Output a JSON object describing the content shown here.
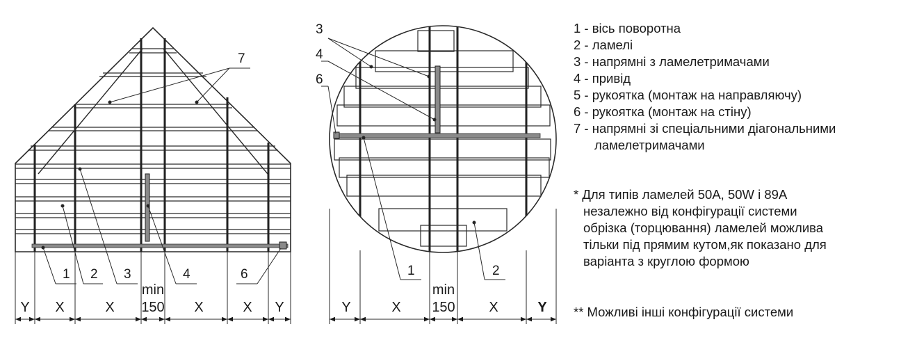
{
  "left_drawing": {
    "callouts": [
      "1",
      "2",
      "3",
      "4",
      "6",
      "7"
    ],
    "dimensions": [
      "Y",
      "X",
      "X",
      "min",
      "150",
      "X",
      "X",
      "Y"
    ]
  },
  "right_drawing": {
    "callouts": [
      "3",
      "4",
      "6",
      "1",
      "2"
    ],
    "dimensions": [
      "Y",
      "X",
      "min",
      "150",
      "X",
      "Y"
    ]
  },
  "legend": {
    "items": [
      "1 - вісь поворотна",
      "2 - ламелі",
      "3 - напрямні з ламелетримачами",
      "4 - привід",
      "5 - рукоятка (монтаж на направляючу)",
      "6 - рукоятка (монтаж на стіну)",
      "7 - напрямні зі спеціальними діагональними"
    ],
    "item7_continuation": "ламелетримачами"
  },
  "note1": {
    "lines": [
      "* Для типів ламелей 50A, 50W і 89A",
      "незалежно від конфігурації системи",
      "обрізка (торцювання) ламелей можлива",
      "тільки під прямим кутом,як показано для",
      "варіанта з круглою формою"
    ]
  },
  "note2": "** Можливі інші конфігурації системи"
}
